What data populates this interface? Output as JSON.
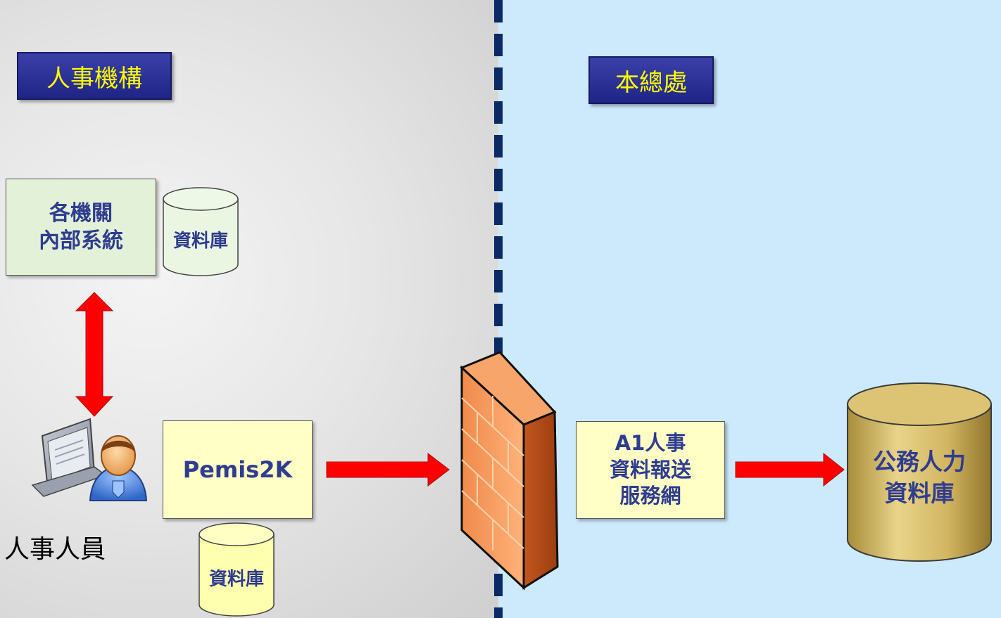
{
  "left_title": "人事機構",
  "right_title": "本總處",
  "agency_system": "各機關\n內部系統",
  "agency_db": "資料庫",
  "pemis": "Pemis2K",
  "pemis_db": "資料庫",
  "personnel": "人事人員",
  "a1_service": "A1人事\n資料報送\n服務網",
  "central_db": "公務人力\n資料庫",
  "colors": {
    "arrow": "#ff0000",
    "title_bg": "#2a2f96",
    "title_text": "#ffff00",
    "divider": "#0b2a63"
  }
}
